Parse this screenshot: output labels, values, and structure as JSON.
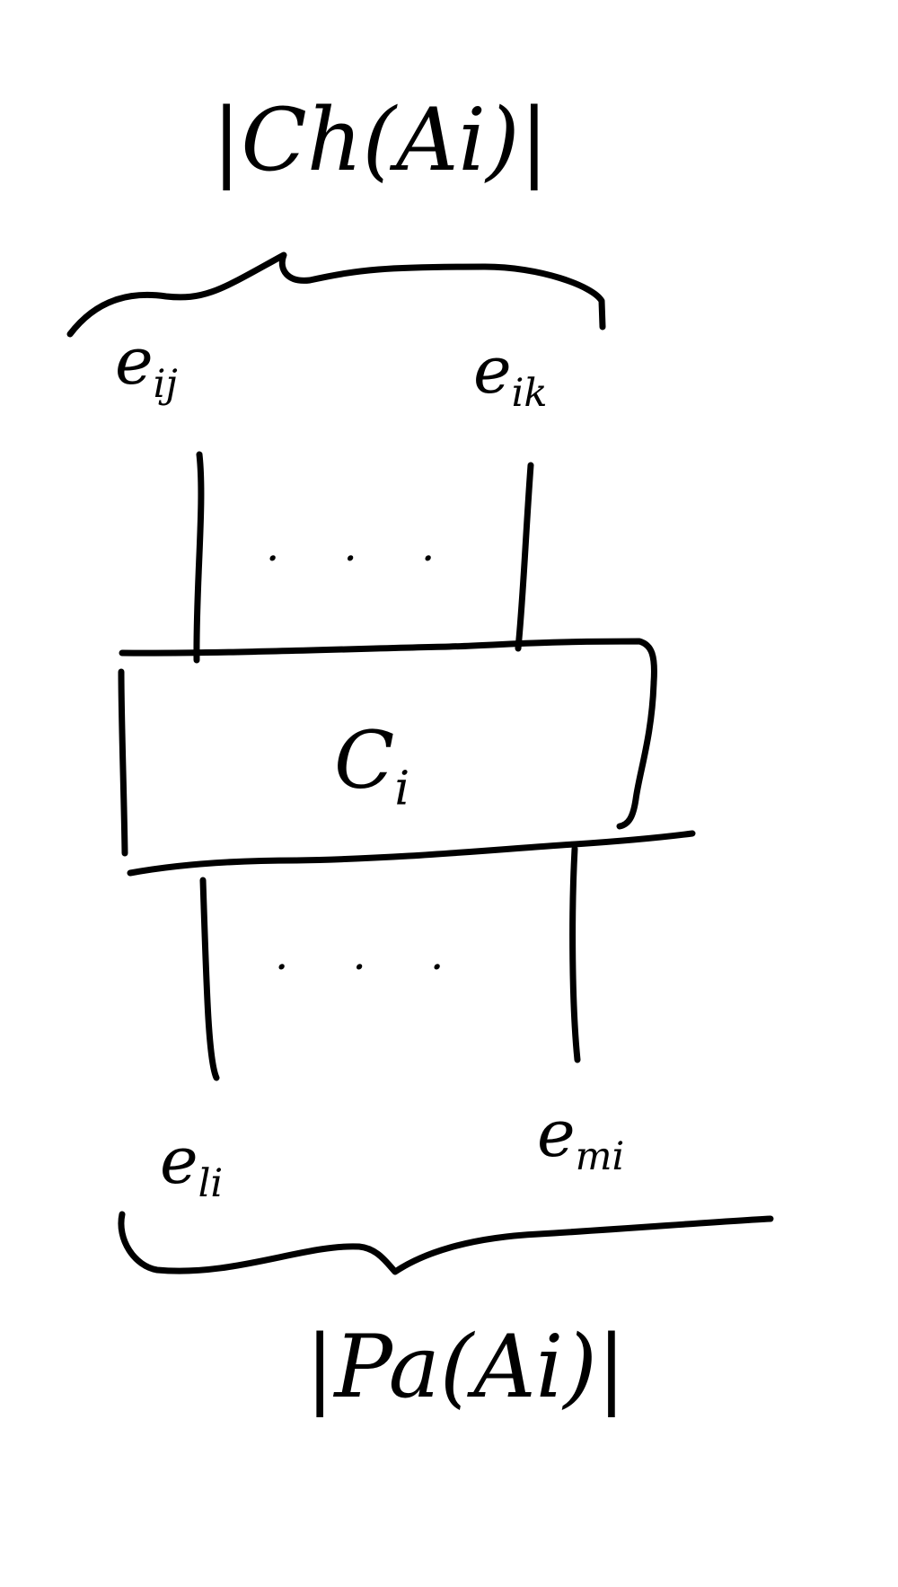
{
  "diagram": {
    "top_label": "|Ch(Ai)|",
    "bottom_label": "|Pa(Ai)|",
    "node": {
      "label": "C",
      "subscript": "i"
    },
    "top_edges": [
      {
        "label": "e",
        "subscript": "ij"
      },
      {
        "label": "e",
        "subscript": "ik"
      }
    ],
    "bottom_edges": [
      {
        "label": "e",
        "subscript": "li"
      },
      {
        "label": "e",
        "subscript": "mi"
      }
    ],
    "top_ellipsis": ". . .",
    "bottom_ellipsis": ". . .",
    "ink_color": "#000000",
    "background": "#ffffff"
  }
}
